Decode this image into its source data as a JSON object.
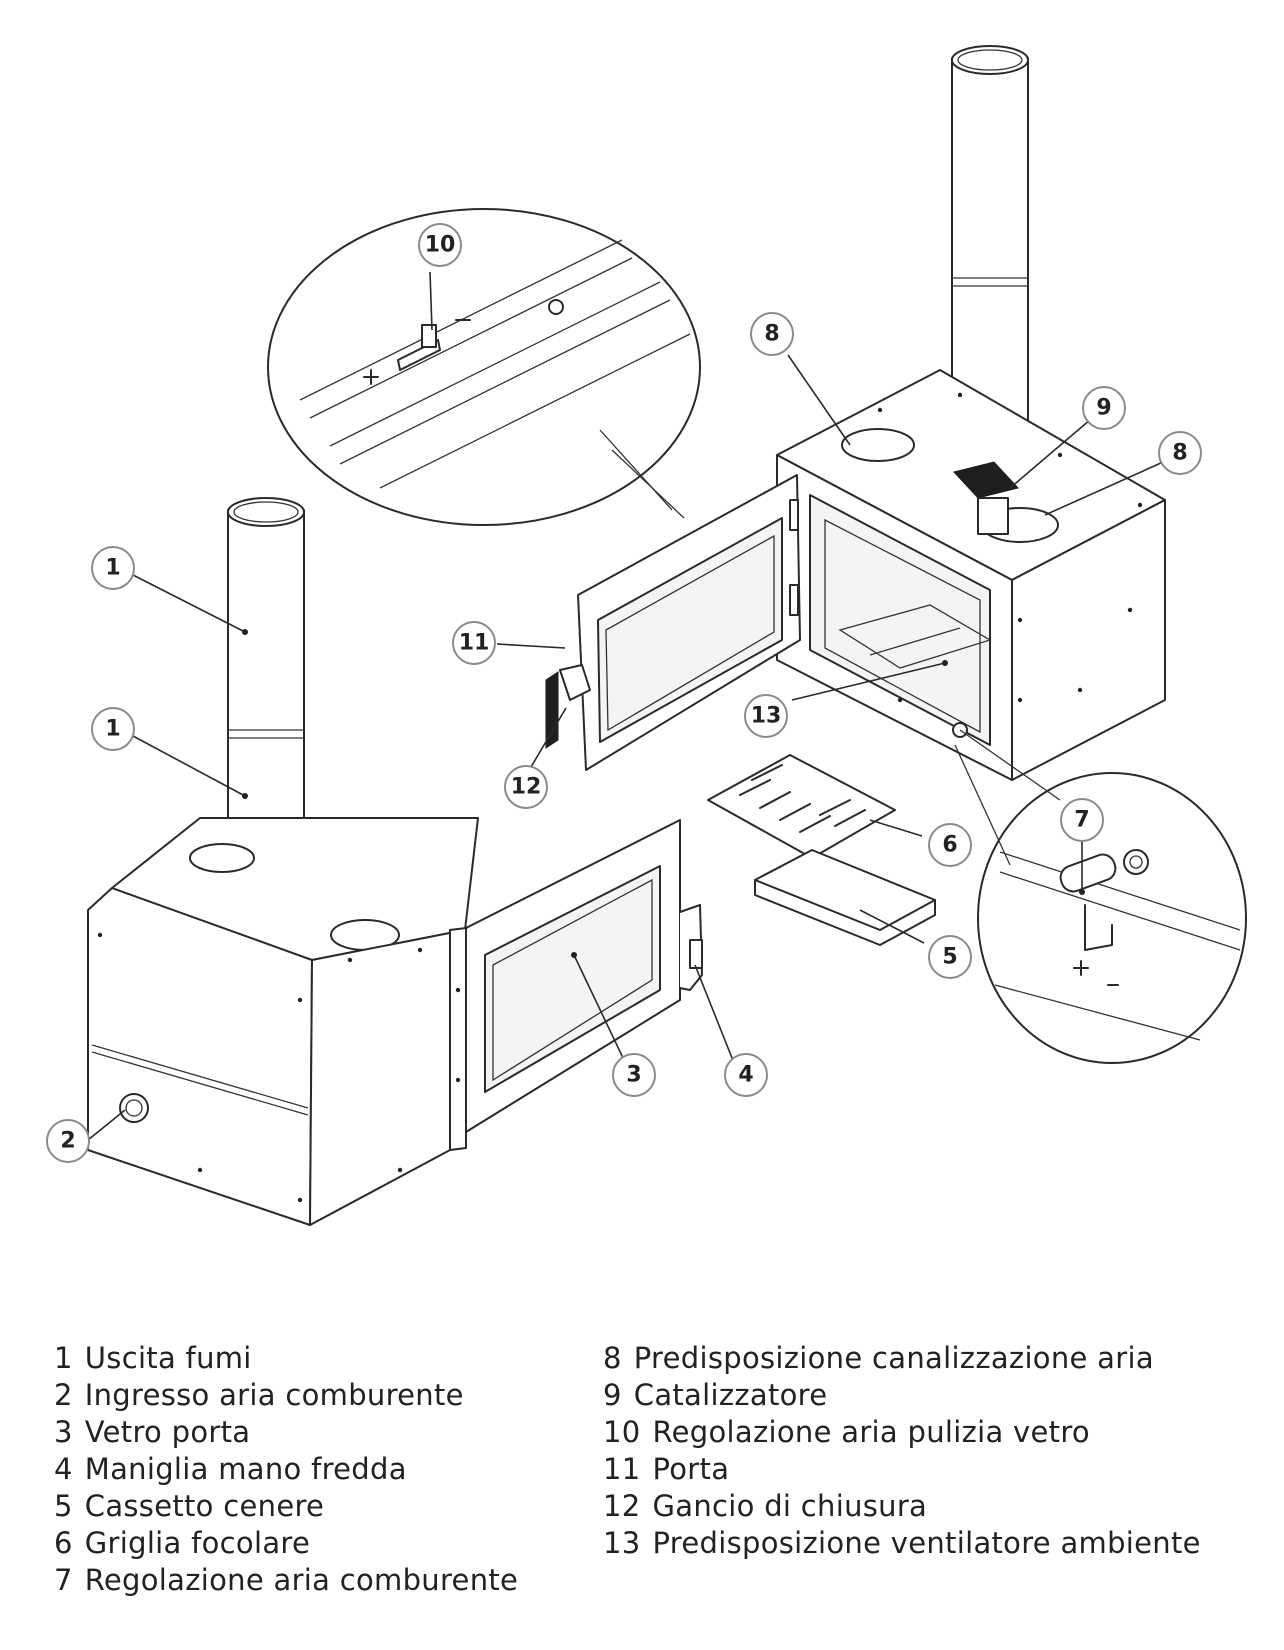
{
  "callouts": {
    "c1a": "1",
    "c1b": "1",
    "c2": "2",
    "c3": "3",
    "c4": "4",
    "c5": "5",
    "c6": "6",
    "c7": "7",
    "c8a": "8",
    "c8b": "8",
    "c9": "9",
    "c10": "10",
    "c11": "11",
    "c12": "12",
    "c13": "13"
  },
  "legend": {
    "left": [
      {
        "num": "1",
        "label": "Uscita fumi"
      },
      {
        "num": "2",
        "label": "Ingresso aria comburente"
      },
      {
        "num": "3",
        "label": "Vetro porta"
      },
      {
        "num": "4",
        "label": "Maniglia mano fredda"
      },
      {
        "num": "5",
        "label": "Cassetto cenere"
      },
      {
        "num": "6",
        "label": "Griglia focolare"
      },
      {
        "num": "7",
        "label": "Regolazione aria comburente"
      }
    ],
    "right": [
      {
        "num": "8",
        "label": "Predisposizione canalizzazione aria"
      },
      {
        "num": "9",
        "label": "Catalizzatore"
      },
      {
        "num": "10",
        "label": "Regolazione aria pulizia vetro"
      },
      {
        "num": "11",
        "label": "Porta"
      },
      {
        "num": "12",
        "label": "Gancio di chiusura"
      },
      {
        "num": "13",
        "label": "Predisposizione ventilatore ambiente"
      }
    ]
  }
}
